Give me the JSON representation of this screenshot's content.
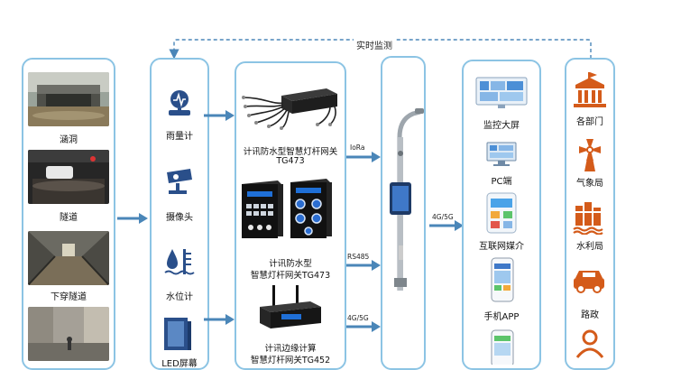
{
  "feedback_label": "实时监测",
  "scenes": [
    {
      "label": "涵洞"
    },
    {
      "label": "隧道"
    },
    {
      "label": "下穿隧道"
    }
  ],
  "sensors": [
    {
      "label": "雨量计",
      "icon": "rain-gauge-icon"
    },
    {
      "label": "摄像头",
      "icon": "camera-icon"
    },
    {
      "label": "水位计",
      "icon": "water-level-icon"
    },
    {
      "label": "LED屏幕",
      "icon": "led-screen-icon"
    }
  ],
  "gateways": [
    {
      "line1": "计讯防水型智慧灯杆网关",
      "line2": "TG473"
    },
    {
      "line1": "计讯防水型",
      "line2": "智慧灯杆网关TG473"
    },
    {
      "line1": "计讯边缘计算",
      "line2": "智慧灯杆网关TG452"
    }
  ],
  "links": {
    "lora": "IoRa",
    "rs485": "RS485",
    "g45_lower": "4G/5G",
    "g45_pole": "4G/5G"
  },
  "terminals": [
    {
      "label": "监控大屏"
    },
    {
      "label": "PC端"
    },
    {
      "label": "互联网媒介"
    },
    {
      "label": "手机APP"
    }
  ],
  "departments": [
    {
      "label": "各部门",
      "icon": "building-icon"
    },
    {
      "label": "气象局",
      "icon": "windmill-icon"
    },
    {
      "label": "水利局",
      "icon": "dam-icon"
    },
    {
      "label": "路政",
      "icon": "road-vehicle-icon"
    }
  ],
  "colors": {
    "panel_border": "#8cc4e4",
    "arrow": "#4a86b8",
    "icon_blue": "#2a4f8a",
    "icon_orange": "#d45b1a"
  }
}
